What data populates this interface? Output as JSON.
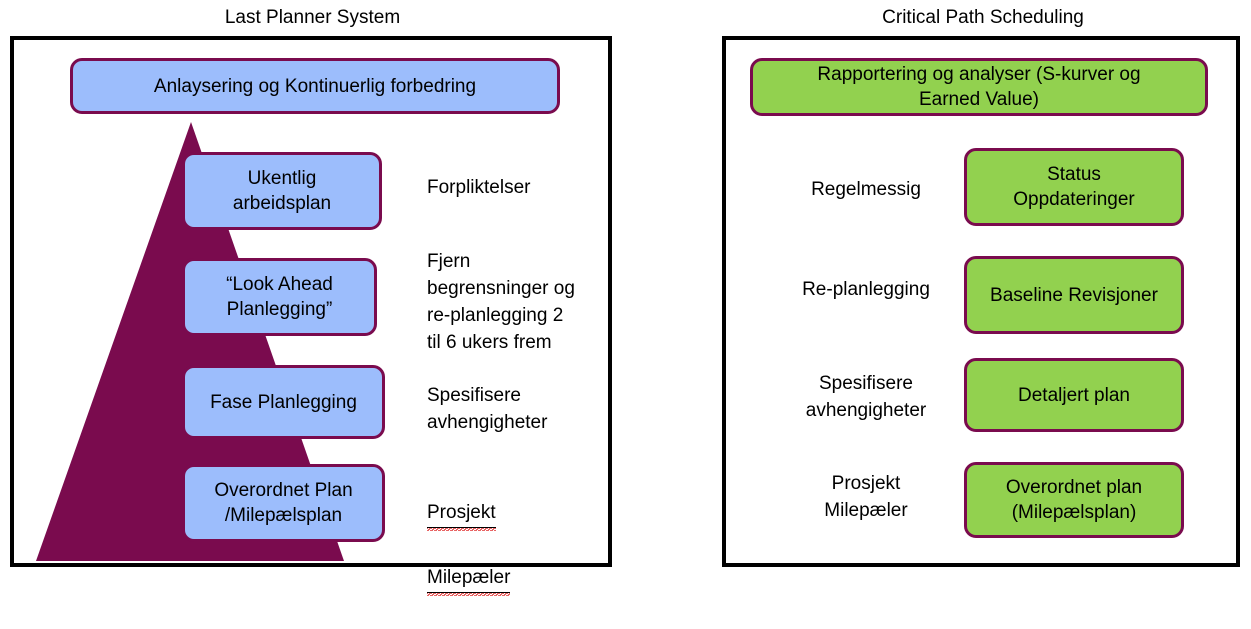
{
  "panels": [
    {
      "id": "last-planner-system",
      "title": "Last Planner System",
      "accent_color": "#7A0B4E",
      "box_fill": "#9CBDFC",
      "pyramid_color": "#7A0B4E",
      "top_box": "Anlaysering og Kontinuerlig forbedring",
      "levels": [
        {
          "box": "Ukentlig\narbeidsplan",
          "label": "Forpliktelser"
        },
        {
          "box": "“Look Ahead\nPlanlegging”",
          "label": "Fjern\nbegrensninger og\nre-planlegging 2\ntil 6 ukers frem"
        },
        {
          "box": "Fase Planlegging",
          "label": "Spesifisere\navhengigheter"
        },
        {
          "box": "Overordnet Plan\n/Milepælsplan",
          "label_words": [
            "Prosjekt",
            "Milepæler"
          ]
        }
      ]
    },
    {
      "id": "critical-path-scheduling",
      "title": "Critical Path Scheduling",
      "accent_color": "#7A0B4E",
      "box_fill": "#92D14F",
      "top_box": "Rapportering og analyser (S-kurver og\nEarned Value)",
      "levels": [
        {
          "label": "Regelmessig",
          "box": "Status\nOppdateringer"
        },
        {
          "label": "Re-planlegging",
          "box": "Baseline Revisjoner"
        },
        {
          "label": "Spesifisere\navhengigheter",
          "box": "Detaljert plan"
        },
        {
          "label": "Prosjekt\nMilepæler",
          "box": "Overordnet plan\n(Milepælsplan)"
        }
      ]
    }
  ],
  "colors": {
    "accent_purple": "#7A0B4E",
    "blue_fill": "#9CBDFC",
    "green_fill": "#92D14F",
    "frame_black": "#000000",
    "spellcheck_red": "#E03030"
  }
}
